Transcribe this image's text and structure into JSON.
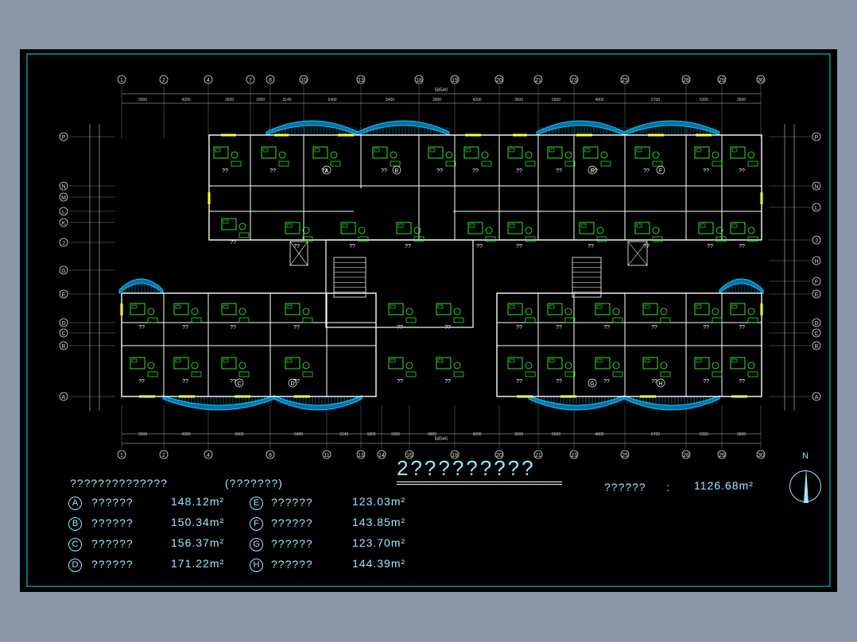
{
  "drawing": {
    "title": "2?????????",
    "legend_heading": "??????????????",
    "legend_subheading": "(???????)",
    "total_label": "??????",
    "total_sep": ":",
    "total_value": "1126.68m²",
    "north_label": "N",
    "dim_total": "58540"
  },
  "units": [
    {
      "letter": "A",
      "name": "??????",
      "area": "148.12m²"
    },
    {
      "letter": "B",
      "name": "??????",
      "area": "150.34m²"
    },
    {
      "letter": "C",
      "name": "??????",
      "area": "156.37m²"
    },
    {
      "letter": "D",
      "name": "??????",
      "area": "171.22m²"
    },
    {
      "letter": "E",
      "name": "??????",
      "area": "123.03m²"
    },
    {
      "letter": "F",
      "name": "??????",
      "area": "143.85m²"
    },
    {
      "letter": "G",
      "name": "??????",
      "area": "123.70m²"
    },
    {
      "letter": "H",
      "name": "??????",
      "area": "144.39m²"
    }
  ],
  "grid_top": [
    "1",
    "2",
    "4",
    "7",
    "8",
    "10",
    "13",
    "18",
    "19",
    "20",
    "21",
    "23",
    "25",
    "28",
    "29",
    "30"
  ],
  "grid_bottom": [
    "1",
    "2",
    "4",
    "8",
    "11",
    "13",
    "14",
    "16",
    "19",
    "20",
    "21",
    "23",
    "25",
    "28",
    "29",
    "30"
  ],
  "grid_left": [
    "P",
    "N",
    "M",
    "L",
    "K",
    "J",
    "G",
    "E",
    "D",
    "C",
    "B",
    "A"
  ],
  "grid_right": [
    "P",
    "N",
    "L",
    "J",
    "H",
    "F",
    "E",
    "D",
    "C",
    "B",
    "A"
  ],
  "dims_top": [
    "3900",
    "4200",
    "3920",
    "1800",
    "3140",
    "5400",
    "5400",
    "3900",
    "4200",
    "3600",
    "5500",
    "4800",
    "5700",
    "5300",
    "3600"
  ],
  "dims_bottom": [
    "3900",
    "4200",
    "5600",
    "5400",
    "3140",
    "1800",
    "3300",
    "3900",
    "4200",
    "3600",
    "5500",
    "4800",
    "5700",
    "5300",
    "3600"
  ],
  "colors": {
    "frame": "#00e5e5",
    "wall": "#ffffff",
    "furniture": "#33ff33",
    "window": "#00ccff",
    "text": "#9ee7ff",
    "area": "#ffff66"
  }
}
